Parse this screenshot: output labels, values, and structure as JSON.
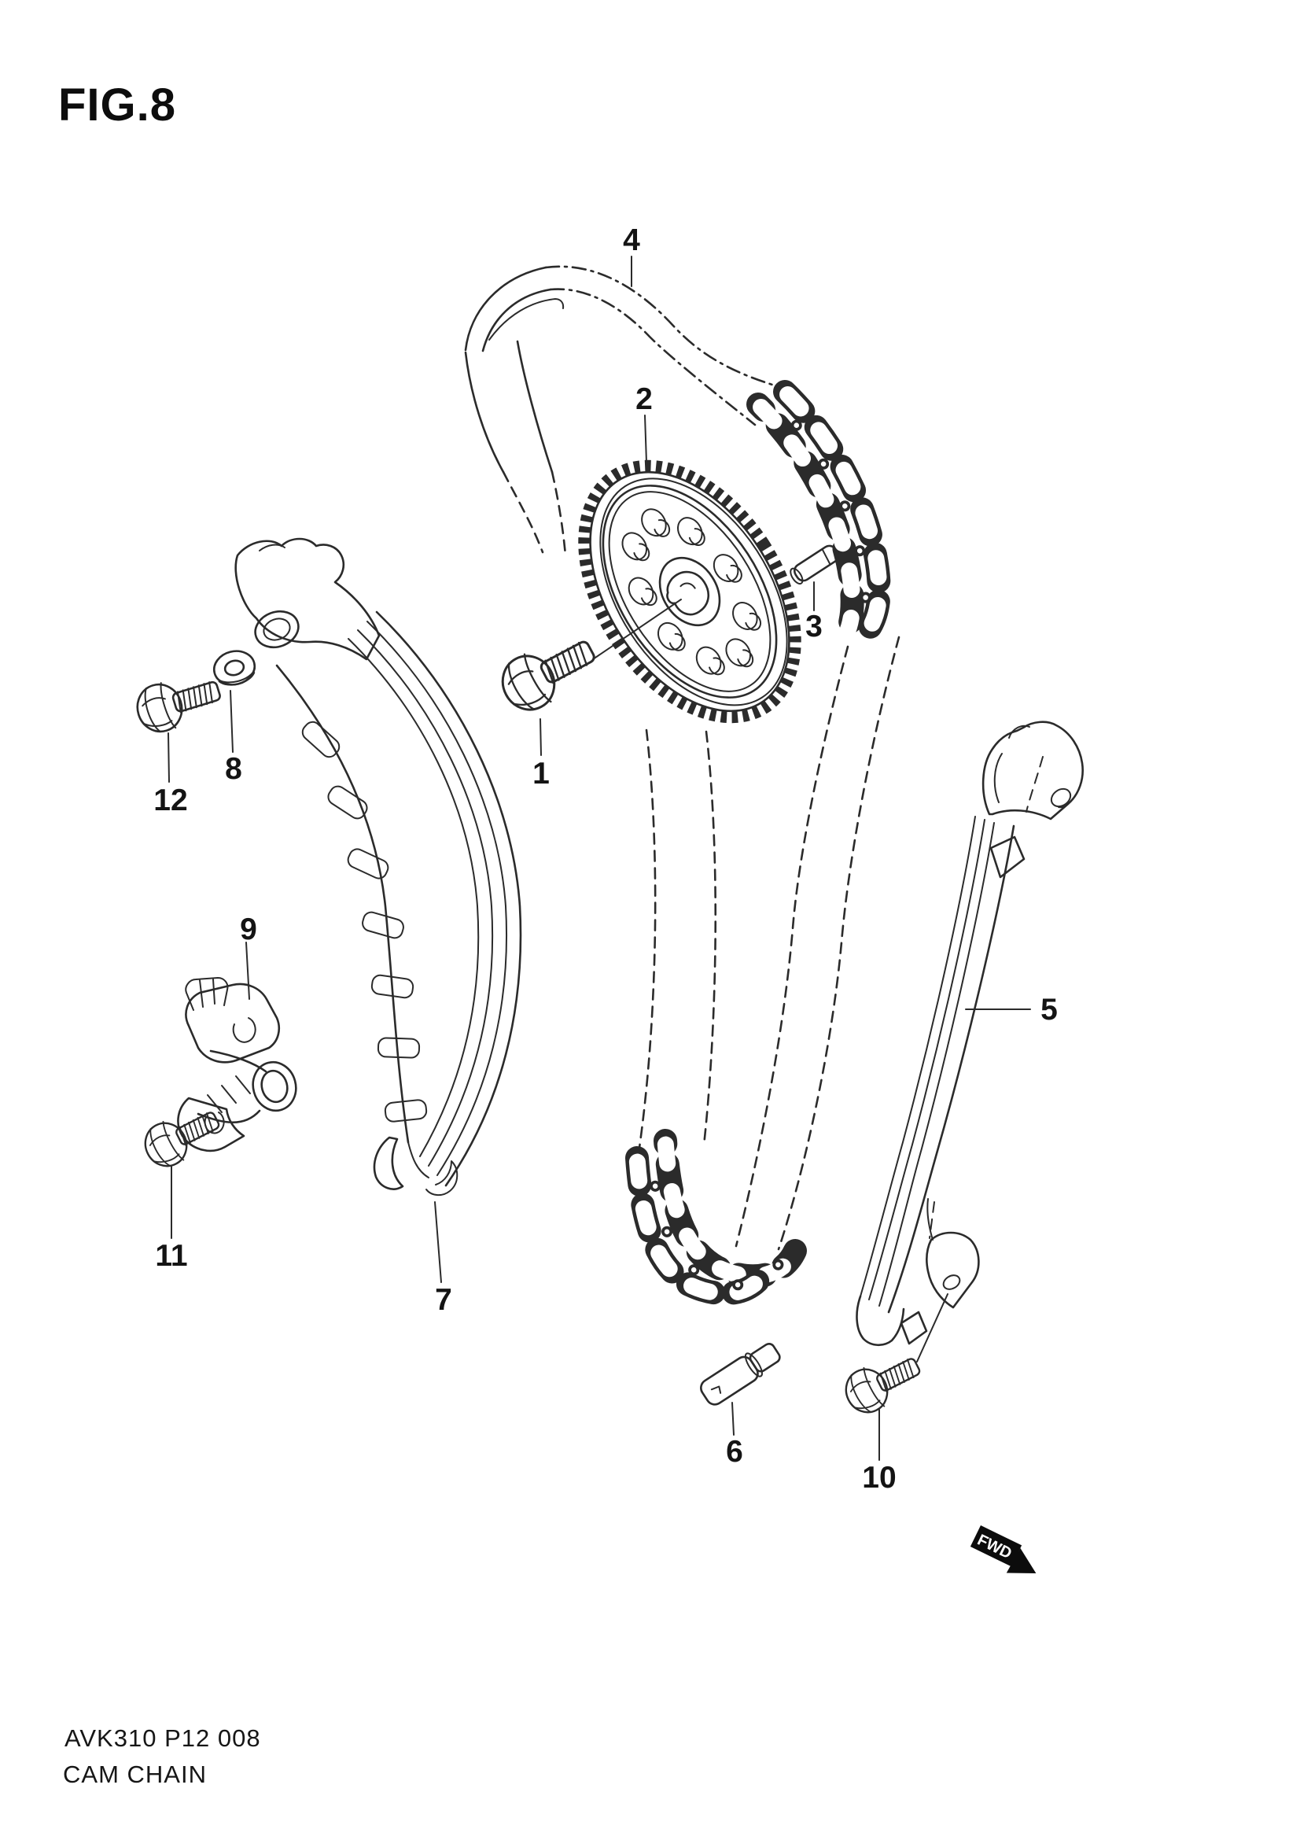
{
  "figure": {
    "title": "FIG.8"
  },
  "footer": {
    "code": "AVK310 P12 008",
    "caption": "CAM CHAIN"
  },
  "fwd_marker": {
    "label": "FWD"
  },
  "part_labels": {
    "p1": "1",
    "p2": "2",
    "p3": "3",
    "p4": "4",
    "p5": "5",
    "p6": "6",
    "p7": "7",
    "p8": "8",
    "p9": "9",
    "p10": "10",
    "p11": "11",
    "p12": "12"
  },
  "colors": {
    "line": "#2b2b2b",
    "label_text": "#141414",
    "background": "#ffffff",
    "marker_bg": "#0c0c0c",
    "marker_text": "#ffffff"
  }
}
